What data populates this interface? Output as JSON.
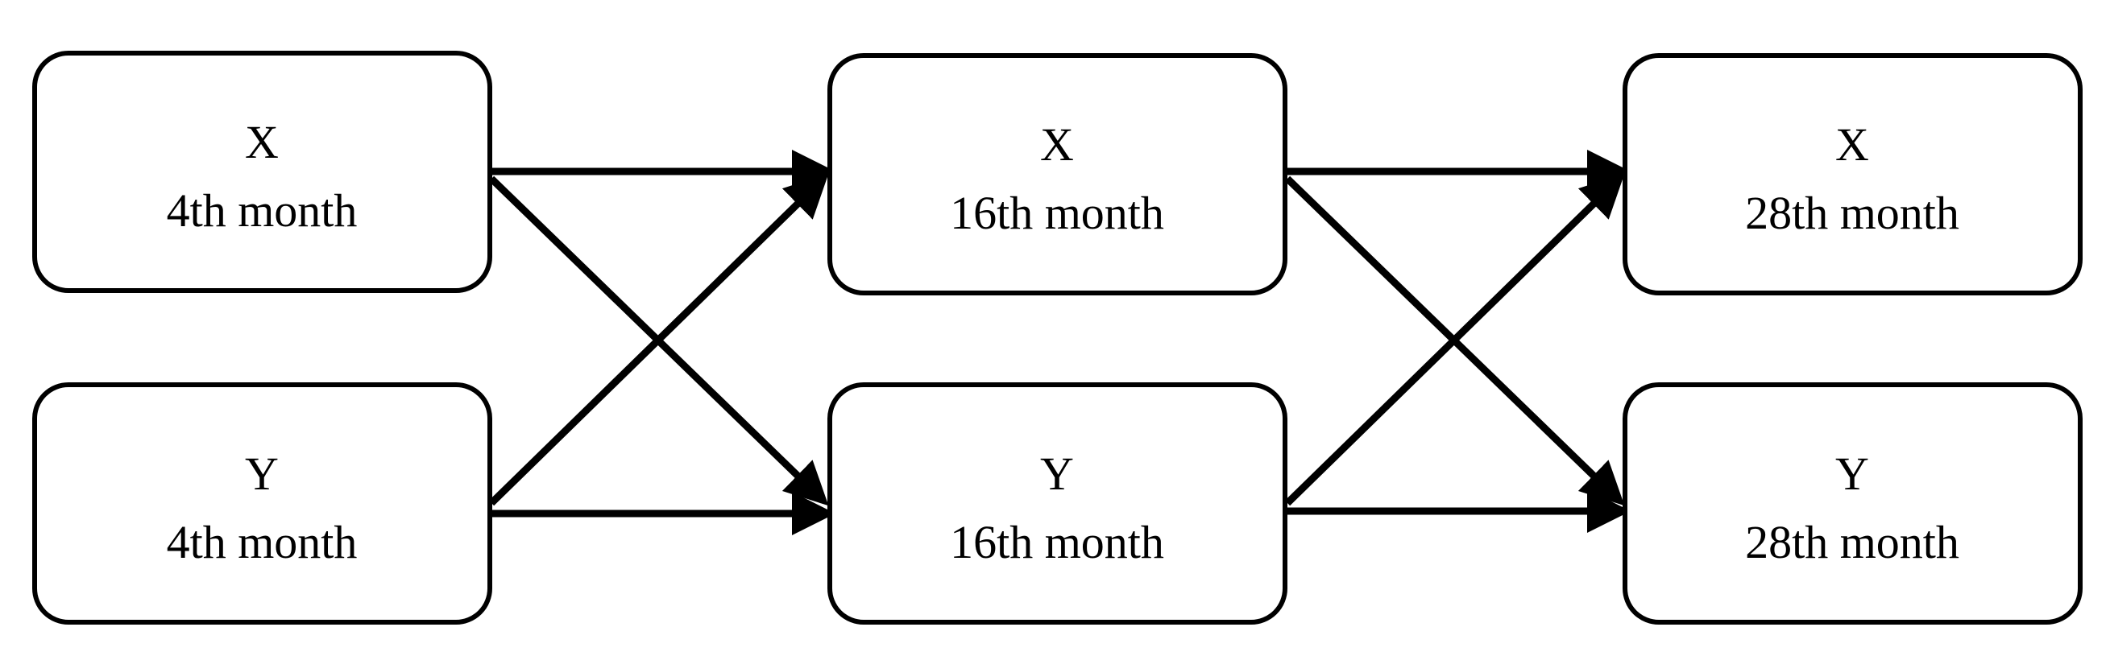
{
  "diagram": {
    "nodes": [
      {
        "id": "x4",
        "line1": "X",
        "line2": "4th month"
      },
      {
        "id": "y4",
        "line1": "Y",
        "line2": "4th month"
      },
      {
        "id": "x16",
        "line1": "X",
        "line2": "16th month"
      },
      {
        "id": "y16",
        "line1": "Y",
        "line2": "16th month"
      },
      {
        "id": "x28",
        "line1": "X",
        "line2": "28th month"
      },
      {
        "id": "y28",
        "line1": "Y",
        "line2": "28th month"
      }
    ],
    "edges": [
      {
        "from": "x4",
        "to": "x16"
      },
      {
        "from": "x4",
        "to": "y16"
      },
      {
        "from": "y4",
        "to": "x16"
      },
      {
        "from": "y4",
        "to": "y16"
      },
      {
        "from": "x16",
        "to": "x28"
      },
      {
        "from": "x16",
        "to": "y28"
      },
      {
        "from": "y16",
        "to": "x28"
      },
      {
        "from": "y16",
        "to": "y28"
      }
    ],
    "colors": {
      "stroke": "#000000",
      "fill": "#ffffff"
    }
  }
}
